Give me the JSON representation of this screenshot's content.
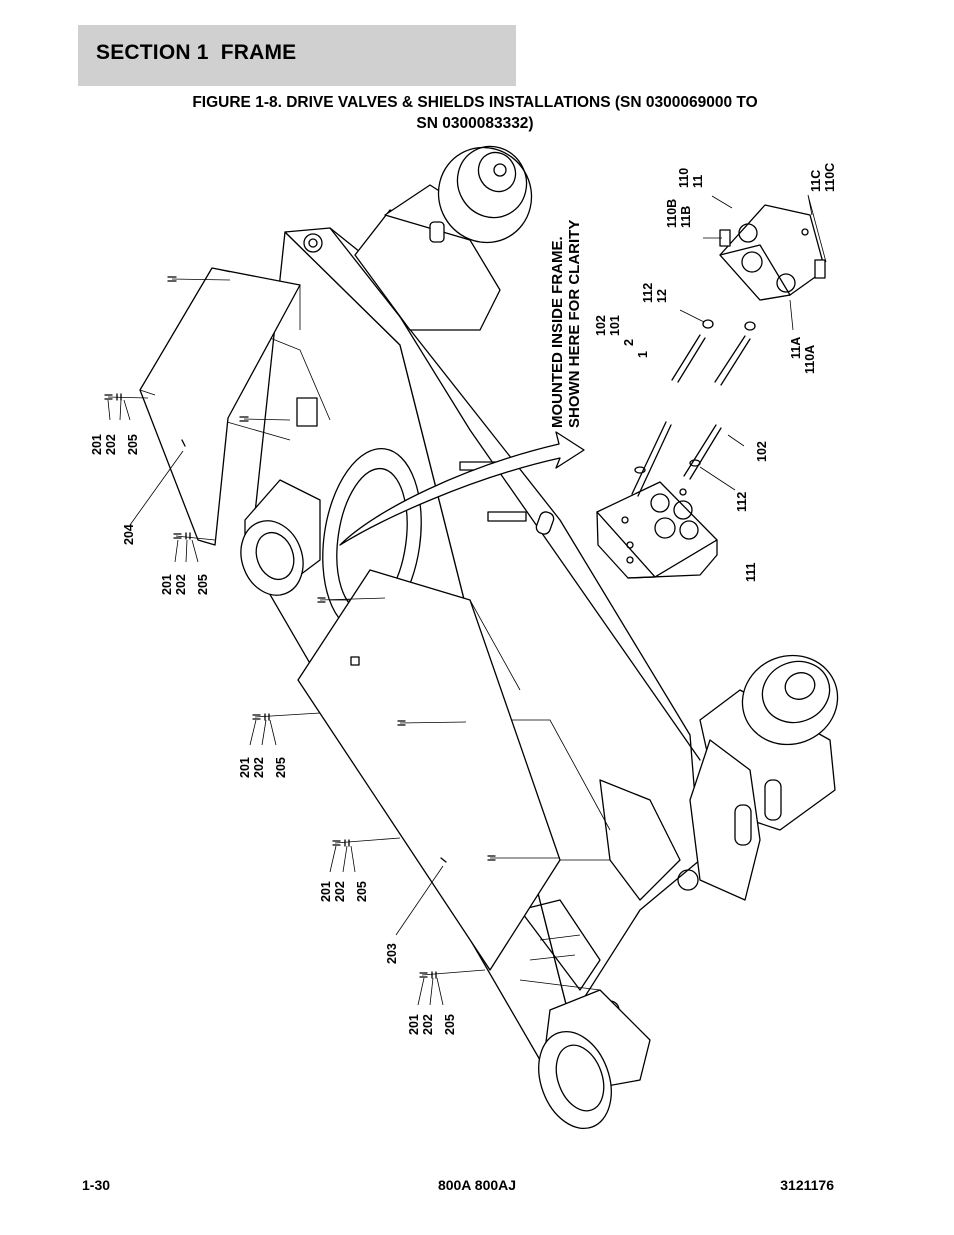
{
  "header": {
    "section_title": "SECTION 1  FRAME"
  },
  "figure": {
    "title_line1": "FIGURE 1-8. DRIVE VALVES & SHIELDS INSTALLATIONS (SN 0300069000 TO",
    "title_line2": "SN 0300083332)",
    "note_line1": "MOUNTED INSIDE FRAME.",
    "note_line2": "SHOWN HERE FOR CLARITY",
    "callouts": {
      "c110": "110",
      "c11": "11",
      "c110b": "110B",
      "c11b": "11B",
      "c11c": "11C",
      "c110c": "110C",
      "c112a": "112",
      "c12": "12",
      "c102a": "102",
      "c101": "101",
      "c2": "2",
      "c1": "1",
      "c11a": "11A",
      "c110a": "110A",
      "c102b": "102",
      "c112b": "112",
      "c111": "111",
      "g1_201": "201",
      "g1_202": "202",
      "g1_205": "205",
      "c204": "204",
      "g2_201": "201",
      "g2_202": "202",
      "g2_205": "205",
      "g3_201": "201",
      "g3_202": "202",
      "g3_205": "205",
      "g4_201": "201",
      "g4_202": "202",
      "g4_205": "205",
      "c203": "203",
      "g5_201": "201",
      "g5_202": "202",
      "g5_205": "205"
    }
  },
  "footer": {
    "page": "1-30",
    "model": "800A 800AJ",
    "doc_number": "3121176"
  }
}
